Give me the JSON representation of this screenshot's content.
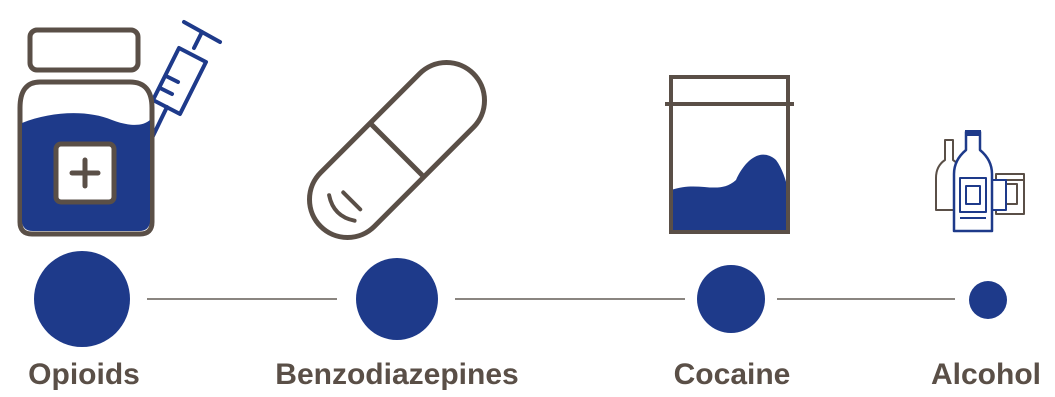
{
  "colors": {
    "navy": "#1e3a8a",
    "brown": "#5a4f47",
    "line": "#8a8580"
  },
  "items": [
    {
      "label": "Opioids",
      "icon": "medicine-jar-syringe-icon"
    },
    {
      "label": "Benzodiazepines",
      "icon": "capsule-pill-icon"
    },
    {
      "label": "Cocaine",
      "icon": "powder-bag-icon"
    },
    {
      "label": "Alcohol",
      "icon": "liquor-bottles-icon"
    }
  ]
}
